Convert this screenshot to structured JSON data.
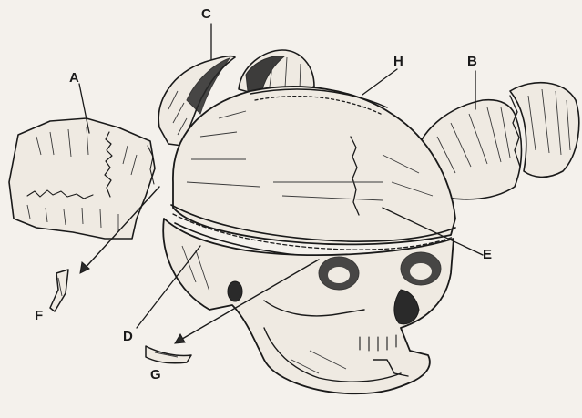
{
  "labels": {
    "A": "A",
    "B": "B",
    "C": "C",
    "D": "D",
    "E": "E",
    "F": "F",
    "G": "G",
    "H": "H"
  },
  "colors": {
    "paper": "#f4f1ec",
    "ink": "#1a1a1a"
  }
}
